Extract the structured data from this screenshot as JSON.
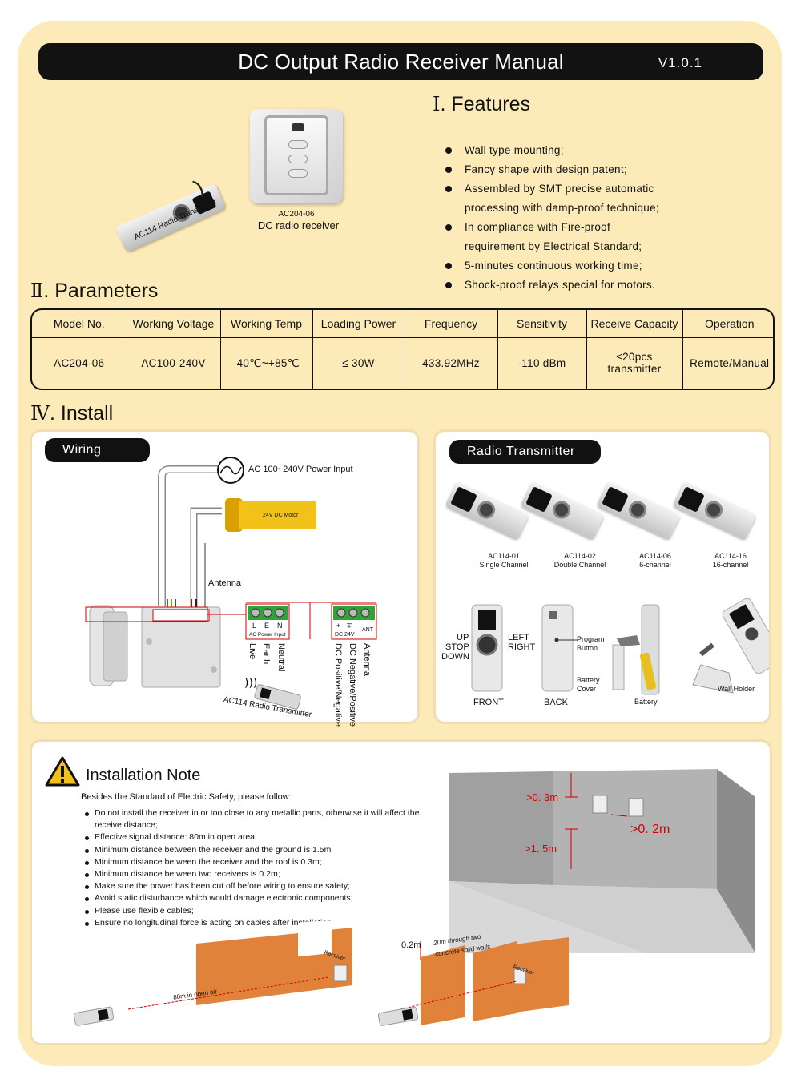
{
  "header": {
    "title": "DC Output Radio Receiver Manual",
    "version": "V1.0.1"
  },
  "features": {
    "roman": "Ⅰ",
    "title": ". Features",
    "items": [
      [
        "Wall type mounting;"
      ],
      [
        "Fancy shape with design patent;"
      ],
      [
        "Assembled by SMT precise automatic",
        " processing with damp-proof technique;"
      ],
      [
        "In compliance with Fire-proof",
        "requirement by Electrical Standard;"
      ],
      [
        "5-minutes continuous working time;"
      ],
      [
        "Shock-proof relays special for motors."
      ]
    ]
  },
  "devices": {
    "receiver_model": "AC204-06",
    "receiver_name": "DC radio receiver",
    "transmitter_label": "AC114 Radio Transmitter"
  },
  "parameters": {
    "roman": "Ⅱ",
    "title": ". Parameters",
    "headers": [
      "Model No.",
      "Working Voltage",
      "Working Temp",
      "Loading Power",
      "Frequency",
      "Sensitivity",
      "Receive Capacity",
      "Operation"
    ],
    "values": [
      "AC204-06",
      "AC100-240V",
      "-40℃~+85℃",
      "≤ 30W",
      "433.92MHz",
      "-110 dBm",
      "≤20pcs\ntransmitter",
      "Remote/Manual"
    ]
  },
  "install": {
    "roman": "Ⅳ",
    "title": ". Install",
    "wiring": {
      "title": "Wiring",
      "power_input": "AC 100~240V Power Input",
      "motor": "24V DC Motor",
      "antenna": "Antenna",
      "ac_terminals": [
        "L",
        "E",
        "N"
      ],
      "ac_label": "AC Power Input",
      "ac_wires": [
        "Live",
        "Earth",
        "Neutral"
      ],
      "dc_terminals": [
        "+",
        "∓",
        "ANT"
      ],
      "dc_label": "DC 24V",
      "dc_wires": [
        "DC Positive/Negative",
        "DC Negative/Positive",
        "Antenna"
      ],
      "transmitter": "AC114 Radio Transmitter"
    },
    "radio": {
      "title": "Radio Transmitter",
      "models": [
        {
          "model": "AC114-01",
          "desc": "Single  Channel"
        },
        {
          "model": "AC114-02",
          "desc": "Double  Channel"
        },
        {
          "model": "AC114-06",
          "desc": "6-channel"
        },
        {
          "model": "AC114-16",
          "desc": "16-channel"
        }
      ],
      "front_labels": {
        "up": "UP",
        "stop": "STOP",
        "down": "DOWN",
        "left": "LEFT",
        "right": "RIGHT",
        "front": "FRONT"
      },
      "back_labels": {
        "program1": "Program",
        "program2": "Button",
        "battery1": "Battery",
        "battery2": "Cover",
        "back": "BACK"
      },
      "battery": "Battery",
      "holder": "Wall Holder"
    }
  },
  "note": {
    "title": "Installation Note",
    "intro": "Besides the Standard of Electric Safety, please follow:",
    "items": [
      "Do not install the receiver in or too close to any metallic parts, otherwise it will affect the receive distance;",
      "Effective signal distance: 80m in open area;",
      "Minimum distance between the receiver and the ground is 1.5m",
      "Minimum distance between the receiver and the roof is 0.3m;",
      "Minimum distance between two receivers is 0.2m;",
      "Make sure the power has been cut off before wiring to ensure safety;",
      "Avoid static disturbance which would damage electronic components;",
      "Please use flexible cables;",
      "Ensure no longitudinal force is acting on cables after installation"
    ],
    "dims": {
      "roof": ">0. 3m",
      "between": ">0. 2m",
      "ground": ">1. 5m"
    },
    "open_air": "80m in open air",
    "wall_gap": "0.2m",
    "walls1": "20m through two",
    "walls2": "concrete solid walls",
    "receiver": "Receiver"
  }
}
